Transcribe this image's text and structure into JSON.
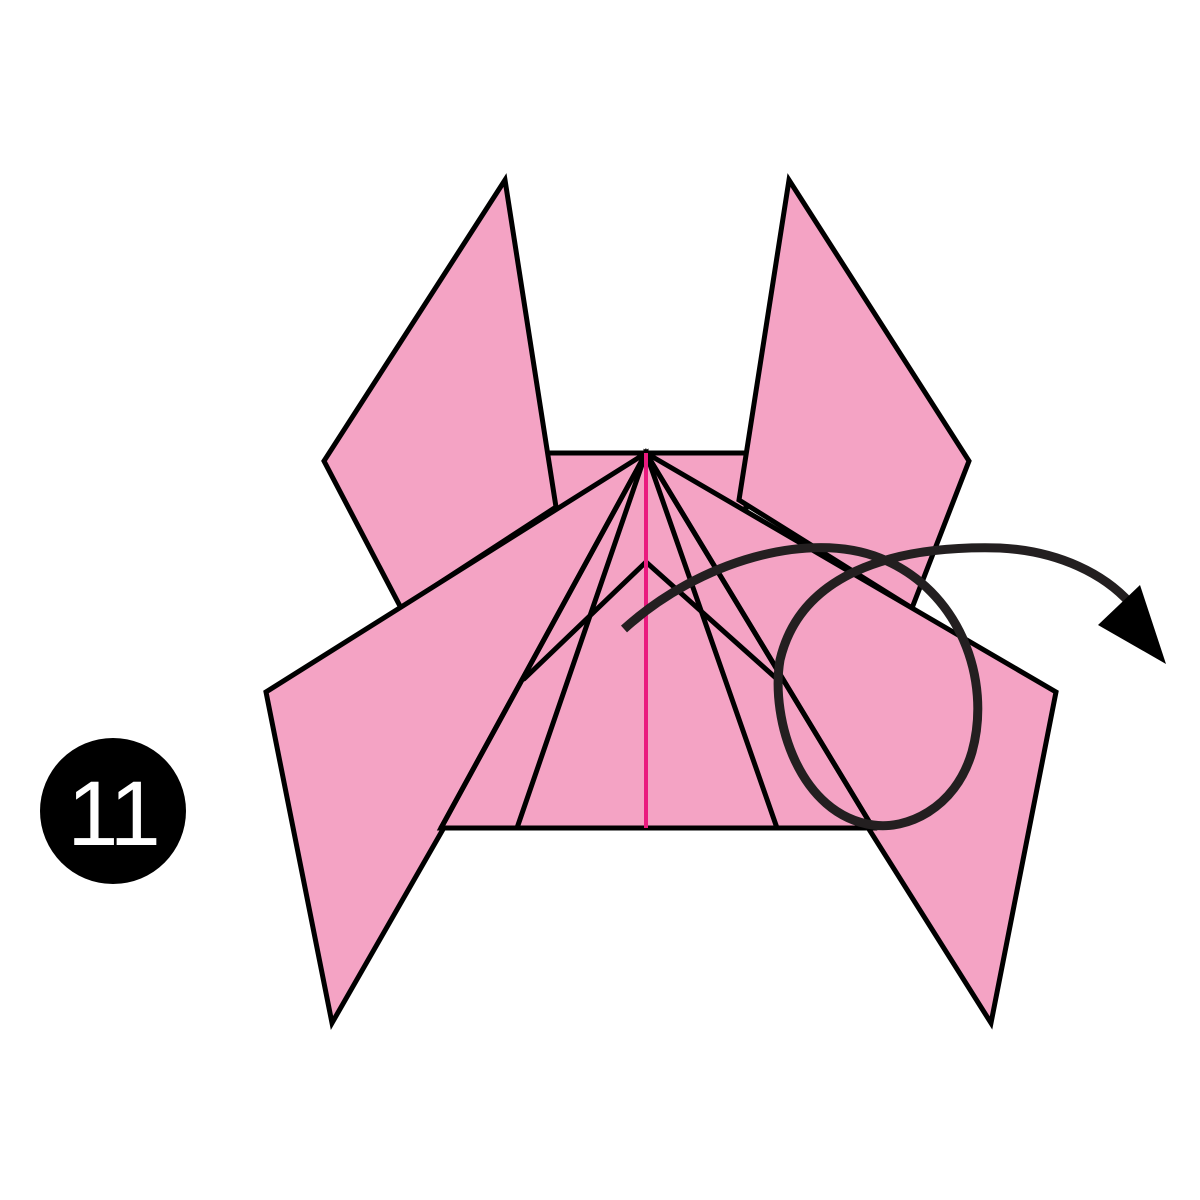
{
  "step": {
    "number": "11"
  },
  "colors": {
    "paper": "#f4a3c4",
    "outline": "#000000",
    "center_crease": "#ea1a7f",
    "arrow": "#231f20",
    "badge": "#000000",
    "badge_text": "#ffffff"
  },
  "diagram": {
    "subject": "origami-crab-fold-step",
    "arrow": "rotate-fold-arrow"
  }
}
